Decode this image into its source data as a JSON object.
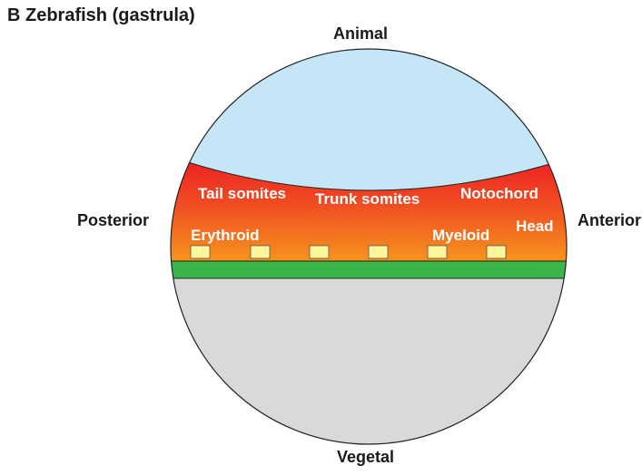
{
  "title": "B  Zebrafish (gastrula)",
  "axes": {
    "animal": "Animal",
    "vegetal": "Vegetal",
    "posterior": "Posterior",
    "anterior": "Anterior"
  },
  "regions": {
    "tail_somites": "Tail somites",
    "trunk_somites": "Trunk somites",
    "notochord": "Notochord",
    "erythroid": "Erythroid",
    "myeloid": "Myeloid",
    "head": "Head"
  },
  "colors": {
    "animal_cap": "#c4e6f7",
    "mesoderm_top": "#ec1c24",
    "mesoderm_bottom": "#f7941d",
    "endoderm_band": "#39b54a",
    "yolk": "#d9d9d9",
    "blood_cell": "#fff59a"
  }
}
